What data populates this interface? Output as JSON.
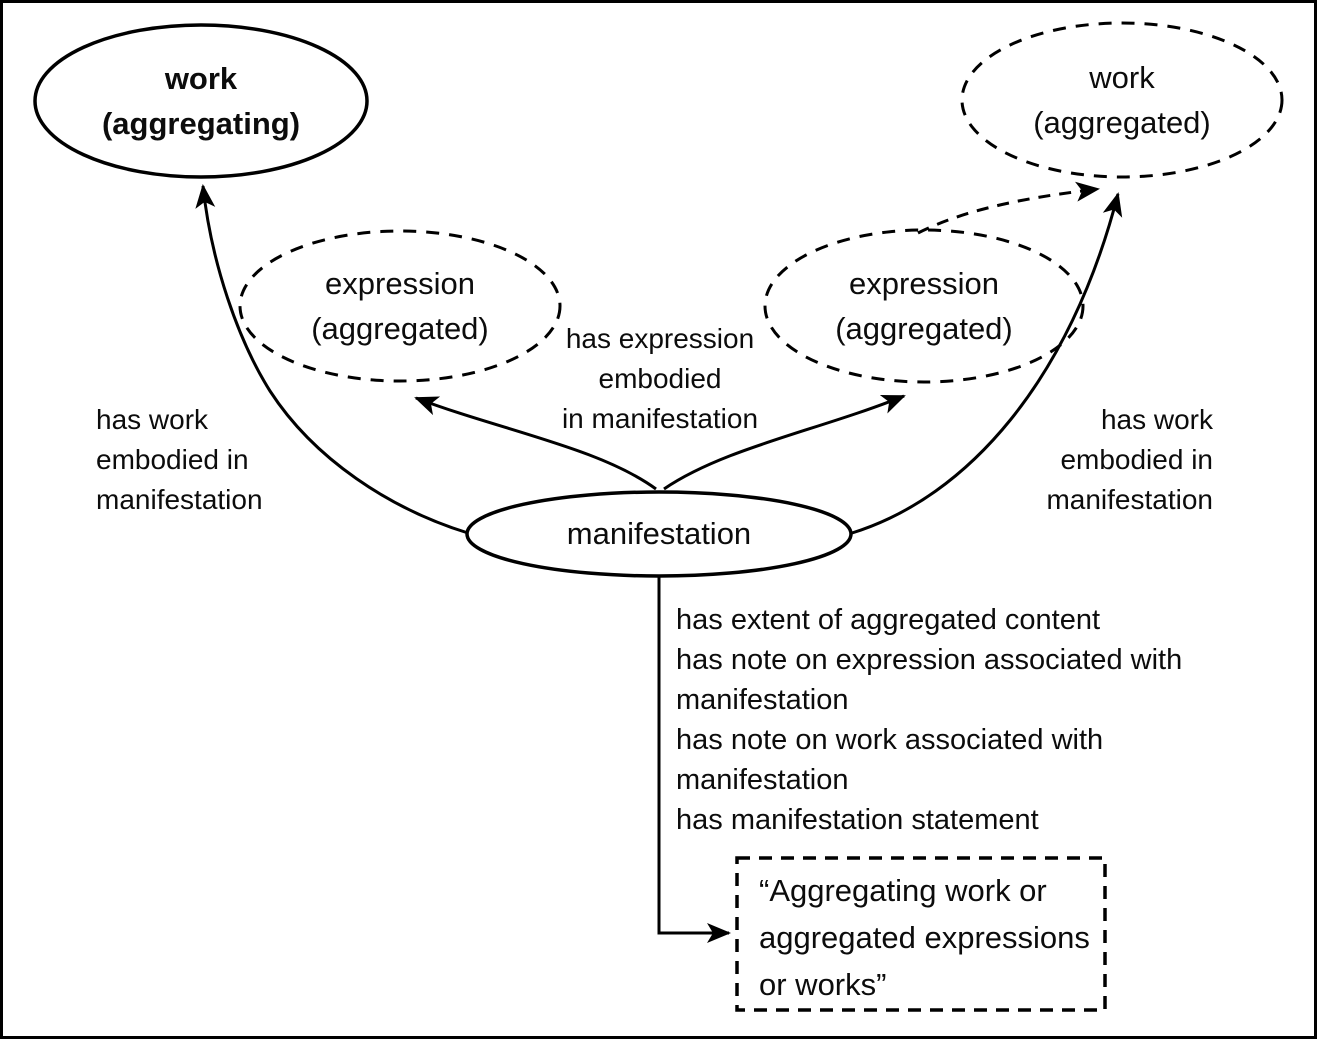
{
  "diagram": {
    "kind": "entity-relationship diagram (aggregates model)",
    "colors": {
      "ink": "#000000",
      "background": "#ffffff"
    },
    "nodes": {
      "work_aggregating": {
        "label": "work\n(aggregating)",
        "border": "solid"
      },
      "work_aggregated": {
        "label": "work\n(aggregated)",
        "border": "dashed"
      },
      "expression_aggregated_left": {
        "label": "expression\n(aggregated)",
        "border": "dashed"
      },
      "expression_aggregated_right": {
        "label": "expression\n(aggregated)",
        "border": "dashed"
      },
      "manifestation": {
        "label": "manifestation",
        "border": "solid"
      }
    },
    "edge_labels": {
      "left_has_work": "has work\nembodied in\nmanifestation",
      "center_has_expression": "has expression\nembodied\nin manifestation",
      "right_has_work": "has work\nembodied in\nmanifestation"
    },
    "manifestation_properties": [
      "has extent of aggregated content",
      "has note on expression associated with\nmanifestation",
      "has note on work associated with\nmanifestation",
      "has manifestation statement"
    ],
    "value_box": {
      "text": "“Aggregating work or\naggregated expressions\nor works”"
    }
  }
}
